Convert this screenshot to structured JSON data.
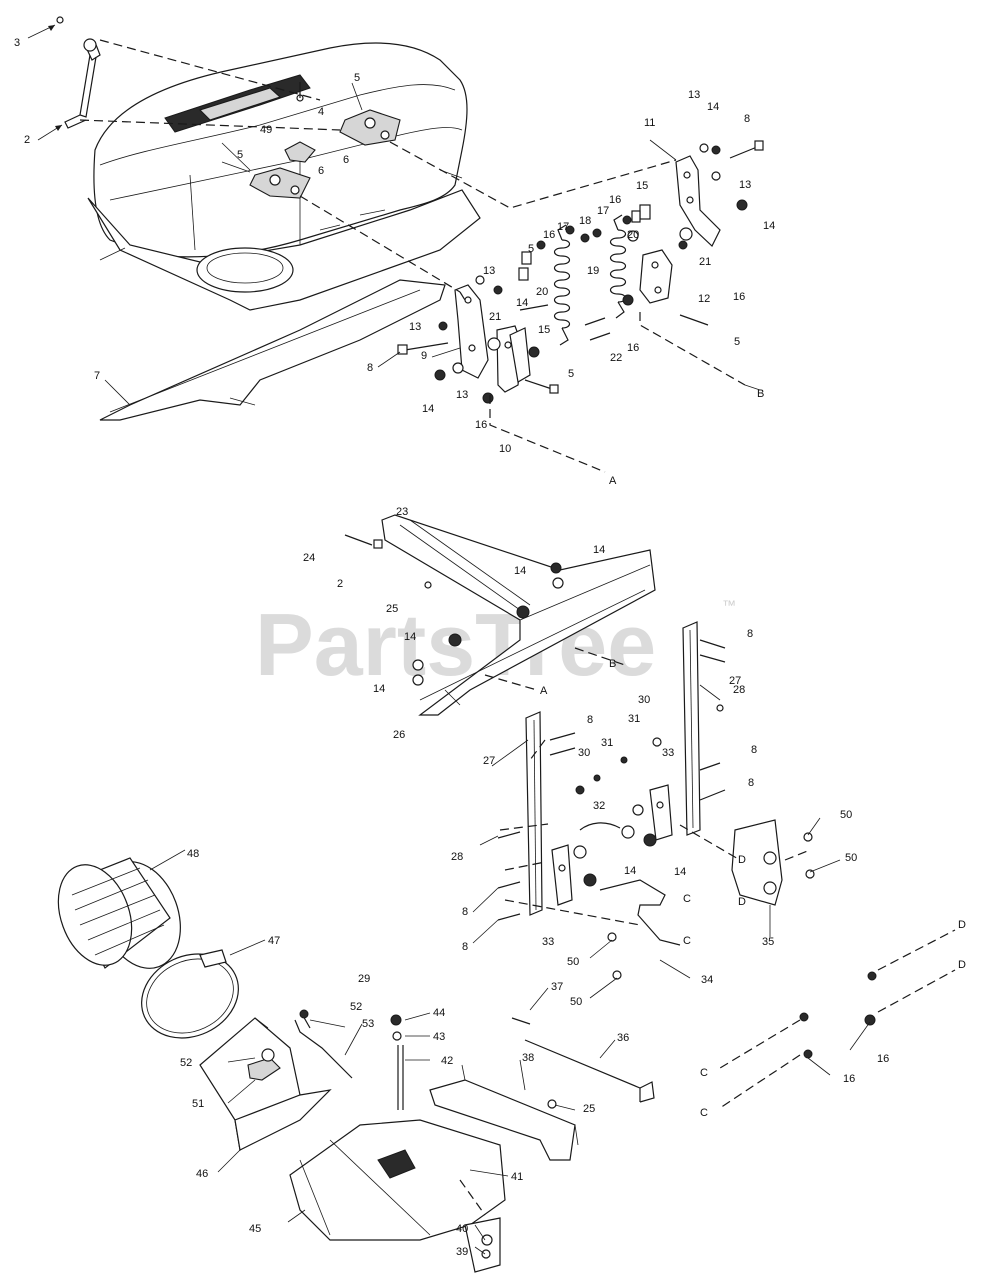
{
  "watermark": {
    "text": "PartsTree",
    "trademark": "™"
  },
  "callouts": {
    "c3": "3",
    "c2a": "2",
    "c4": "4",
    "c5a": "5",
    "c49": "49",
    "c6a": "6",
    "c5b": "5",
    "c6b": "6",
    "c7": "7",
    "c13a": "13",
    "c8a": "8",
    "c9": "9",
    "c14a": "14",
    "c13b": "13",
    "c16a": "16",
    "c10": "10",
    "c21a": "21",
    "c15a": "15",
    "c5c": "5",
    "c13c": "13",
    "c14b": "14",
    "c5d": "5",
    "c16b": "16",
    "c17": "17",
    "c20a": "20",
    "c19": "19",
    "c22": "22",
    "c18": "18",
    "c16c": "16",
    "c17b": "17",
    "c16d": "16",
    "c15b": "15",
    "c20b": "20",
    "c21b": "21",
    "c12": "12",
    "c16e": "16",
    "c5e": "5",
    "c11": "11",
    "c13d": "13",
    "c14c": "14",
    "c8b": "8",
    "c13e": "13",
    "c14d": "14",
    "cA1": "A",
    "cB1": "B",
    "c23": "23",
    "c24": "24",
    "c2b": "2",
    "c25a": "25",
    "c14e": "14",
    "c14f": "14",
    "c14g": "14",
    "c14h": "14",
    "c8c": "8",
    "cB2": "B",
    "cA2": "A",
    "c26": "26",
    "c27a": "27",
    "c28a": "28",
    "c27b": "27",
    "c8d": "8",
    "c30a": "30",
    "c31a": "31",
    "c30b": "30",
    "c31b": "31",
    "c33a": "33",
    "c8e": "8",
    "c8f": "8",
    "c32": "32",
    "c28b": "28",
    "c14i": "14",
    "c14j": "14",
    "c50a": "50",
    "c50b": "50",
    "cD1": "D",
    "cD2": "D",
    "c35": "35",
    "c8g": "8",
    "c8h": "8",
    "c33b": "33",
    "cC1": "C",
    "cC2": "C",
    "c50c": "50",
    "c50d": "50",
    "c34": "34",
    "c48": "48",
    "c47": "47",
    "c29": "29",
    "c52a": "52",
    "c53": "53",
    "c52b": "52",
    "c51": "51",
    "c46": "46",
    "c37": "37",
    "c44": "44",
    "c43": "43",
    "c42": "42",
    "c36": "36",
    "c38": "38",
    "c25b": "25",
    "c41": "41",
    "c45": "45",
    "c40": "40",
    "c39": "39",
    "cD3": "D",
    "cD4": "D",
    "c16f": "16",
    "c16g": "16",
    "cC3": "C",
    "cC4": "C"
  }
}
